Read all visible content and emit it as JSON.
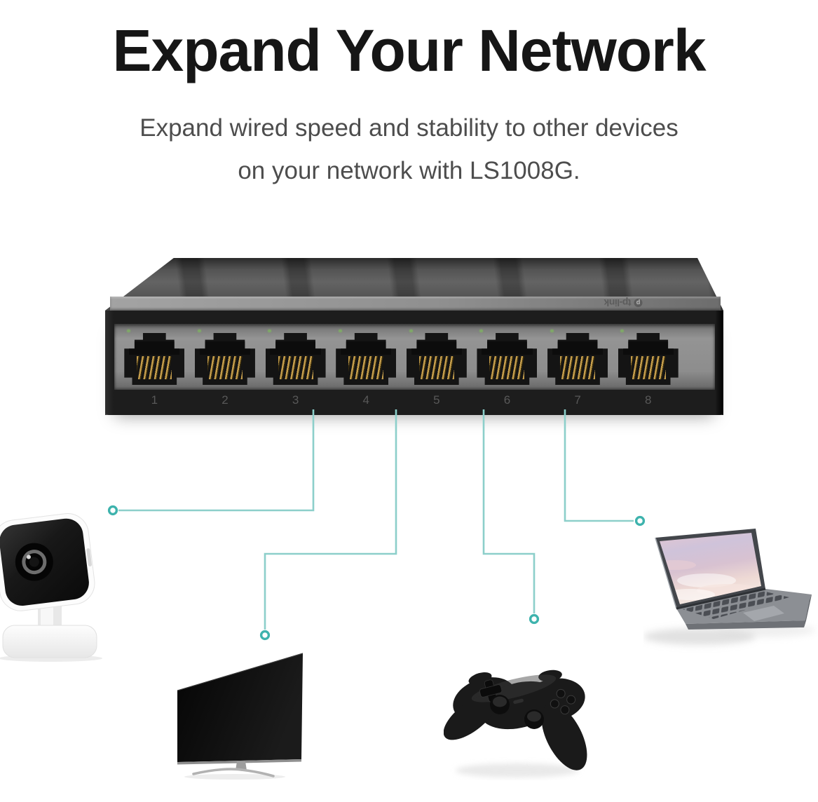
{
  "header": {
    "title": "Expand Your Network",
    "subtitle_line1": "Expand wired speed and stability to other devices",
    "subtitle_line2": "on your network with LS1008G."
  },
  "switch": {
    "brand": "tp-link",
    "brand_mark": "p",
    "model": "LS1008G",
    "port_labels": [
      "1",
      "2",
      "3",
      "4",
      "5",
      "6",
      "7",
      "8"
    ]
  },
  "connections": [
    {
      "port": "3",
      "device": "ip-camera"
    },
    {
      "port": "4",
      "device": "tv"
    },
    {
      "port": "6",
      "device": "game-controller"
    },
    {
      "port": "7",
      "device": "laptop"
    }
  ],
  "colors": {
    "accent_line": "#8ccfca",
    "accent_ring": "#3eb3ad",
    "title_text": "#161616",
    "subtitle_text": "#4d4d4d"
  }
}
